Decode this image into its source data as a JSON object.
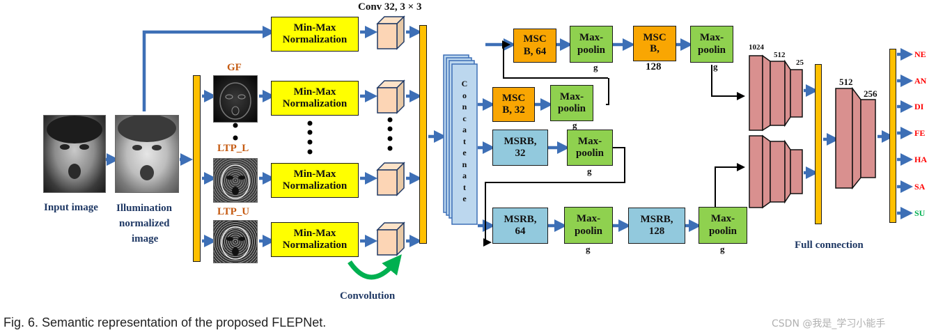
{
  "inputs": {
    "input_label": "Input image",
    "illum_label_1": "Illumination",
    "illum_label_2": "normalized",
    "illum_label_3": "image"
  },
  "filters": {
    "gf": "GF",
    "ltp_l": "LTP_L",
    "ltp_u": "LTP_U"
  },
  "norm": {
    "line1": "Min-Max",
    "line2": "Normalization"
  },
  "conv_title": "Conv 32, 3 × 3",
  "convolution_label": "Convolution",
  "concat_letters": [
    "C",
    "o",
    "n",
    "c",
    "a",
    "t",
    "e",
    "n",
    "a",
    "t",
    "e"
  ],
  "msc": {
    "b64_l1": "MSC",
    "b64_l2": "B, 64",
    "b128_l1": "MSC",
    "b128_l2": "B,",
    "b128_l3": "128",
    "b32_l1": "MSC",
    "b32_l2": "B, 32"
  },
  "pool": {
    "line1": "Max-",
    "line2": "poolin",
    "g": "g"
  },
  "msrb": {
    "b32_l1": "MSRB,",
    "b32_l2": "32",
    "b64_l1": "MSRB,",
    "b64_l2": "64",
    "b128_l1": "MSRB,",
    "b128_l2": "128"
  },
  "fc": {
    "n1024": "1024",
    "n512a": "512",
    "n25": "25",
    "n512b": "512",
    "n256": "256",
    "label": "Full connection"
  },
  "outputs": [
    "NE",
    "AN",
    "DI",
    "FE",
    "HA",
    "SA",
    "SU"
  ],
  "caption": "Fig. 6. Semantic representation of the proposed FLEPNet.",
  "watermark": "CSDN @我是_学习小能手",
  "colors": {
    "normalization": "#ffff00",
    "msc_block": "#f9a602",
    "maxpool": "#8fd14f",
    "msrb_block": "#92c9dd",
    "fc_layer": "#d9908f",
    "bar": "#ffc000",
    "arrow": "#3d6fb6",
    "concat": "#bcd7ee",
    "output_red": "#ff0000",
    "output_green": "#00b050"
  }
}
